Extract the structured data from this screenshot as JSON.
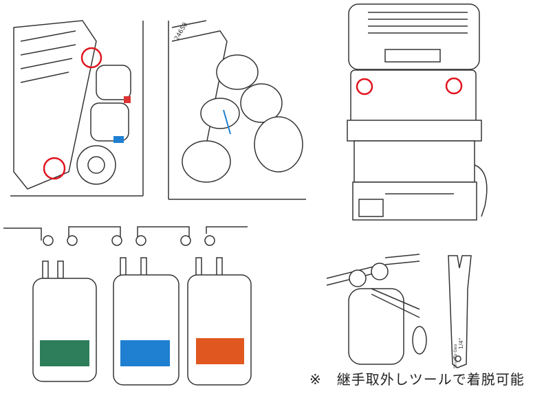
{
  "labels": {
    "part_number": "24658",
    "tool_size": "1/4\"",
    "tool_brand": "Shurflo Geo"
  },
  "caption": {
    "mark": "※",
    "text": "継手取外しツールで着脱可能"
  },
  "colors": {
    "highlight_circle": "#e0141e",
    "cartridge_green": "#2e7d5b",
    "cartridge_blue": "#1f7fd0",
    "cartridge_orange": "#e0581f",
    "line": "#333333"
  },
  "cartridges": [
    {
      "color": "green"
    },
    {
      "color": "blue"
    },
    {
      "color": "orange"
    }
  ]
}
